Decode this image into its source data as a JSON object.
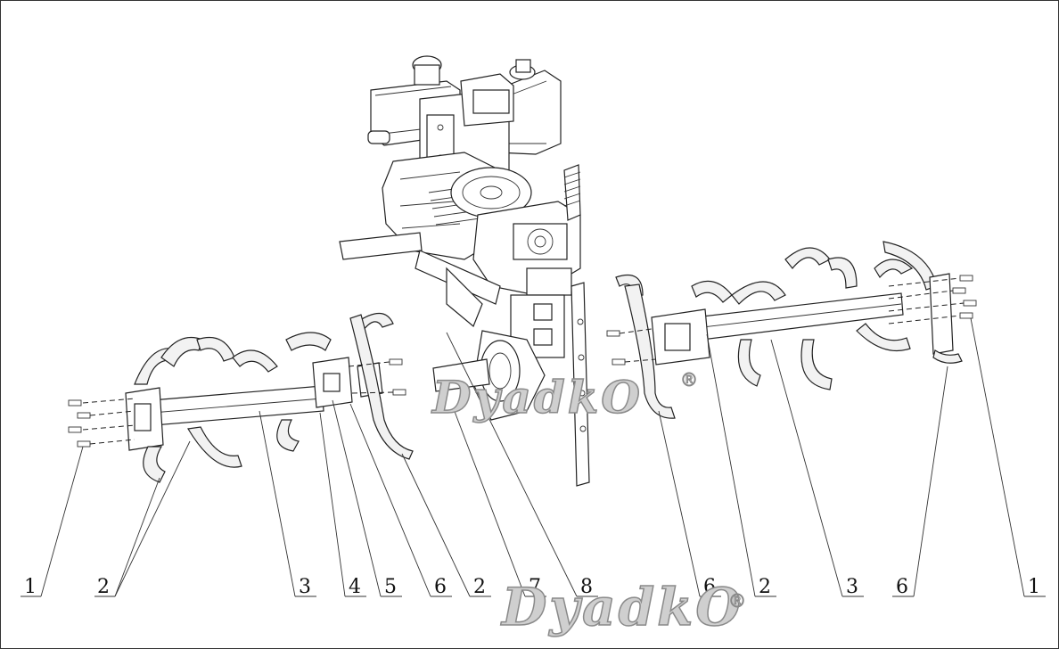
{
  "watermark": {
    "text": "DyadkO",
    "registered": "®"
  },
  "callouts": [
    {
      "id": "c1",
      "label": "1"
    },
    {
      "id": "c2",
      "label": "2"
    },
    {
      "id": "c3",
      "label": "3"
    },
    {
      "id": "c4",
      "label": "4"
    },
    {
      "id": "c5",
      "label": "5"
    },
    {
      "id": "c6",
      "label": "6"
    },
    {
      "id": "c7",
      "label": "2"
    },
    {
      "id": "c8",
      "label": "7"
    },
    {
      "id": "c9",
      "label": "8"
    },
    {
      "id": "c10",
      "label": "6"
    },
    {
      "id": "c11",
      "label": "2"
    },
    {
      "id": "c12",
      "label": "3"
    },
    {
      "id": "c13",
      "label": "6"
    },
    {
      "id": "c14",
      "label": "1"
    }
  ]
}
